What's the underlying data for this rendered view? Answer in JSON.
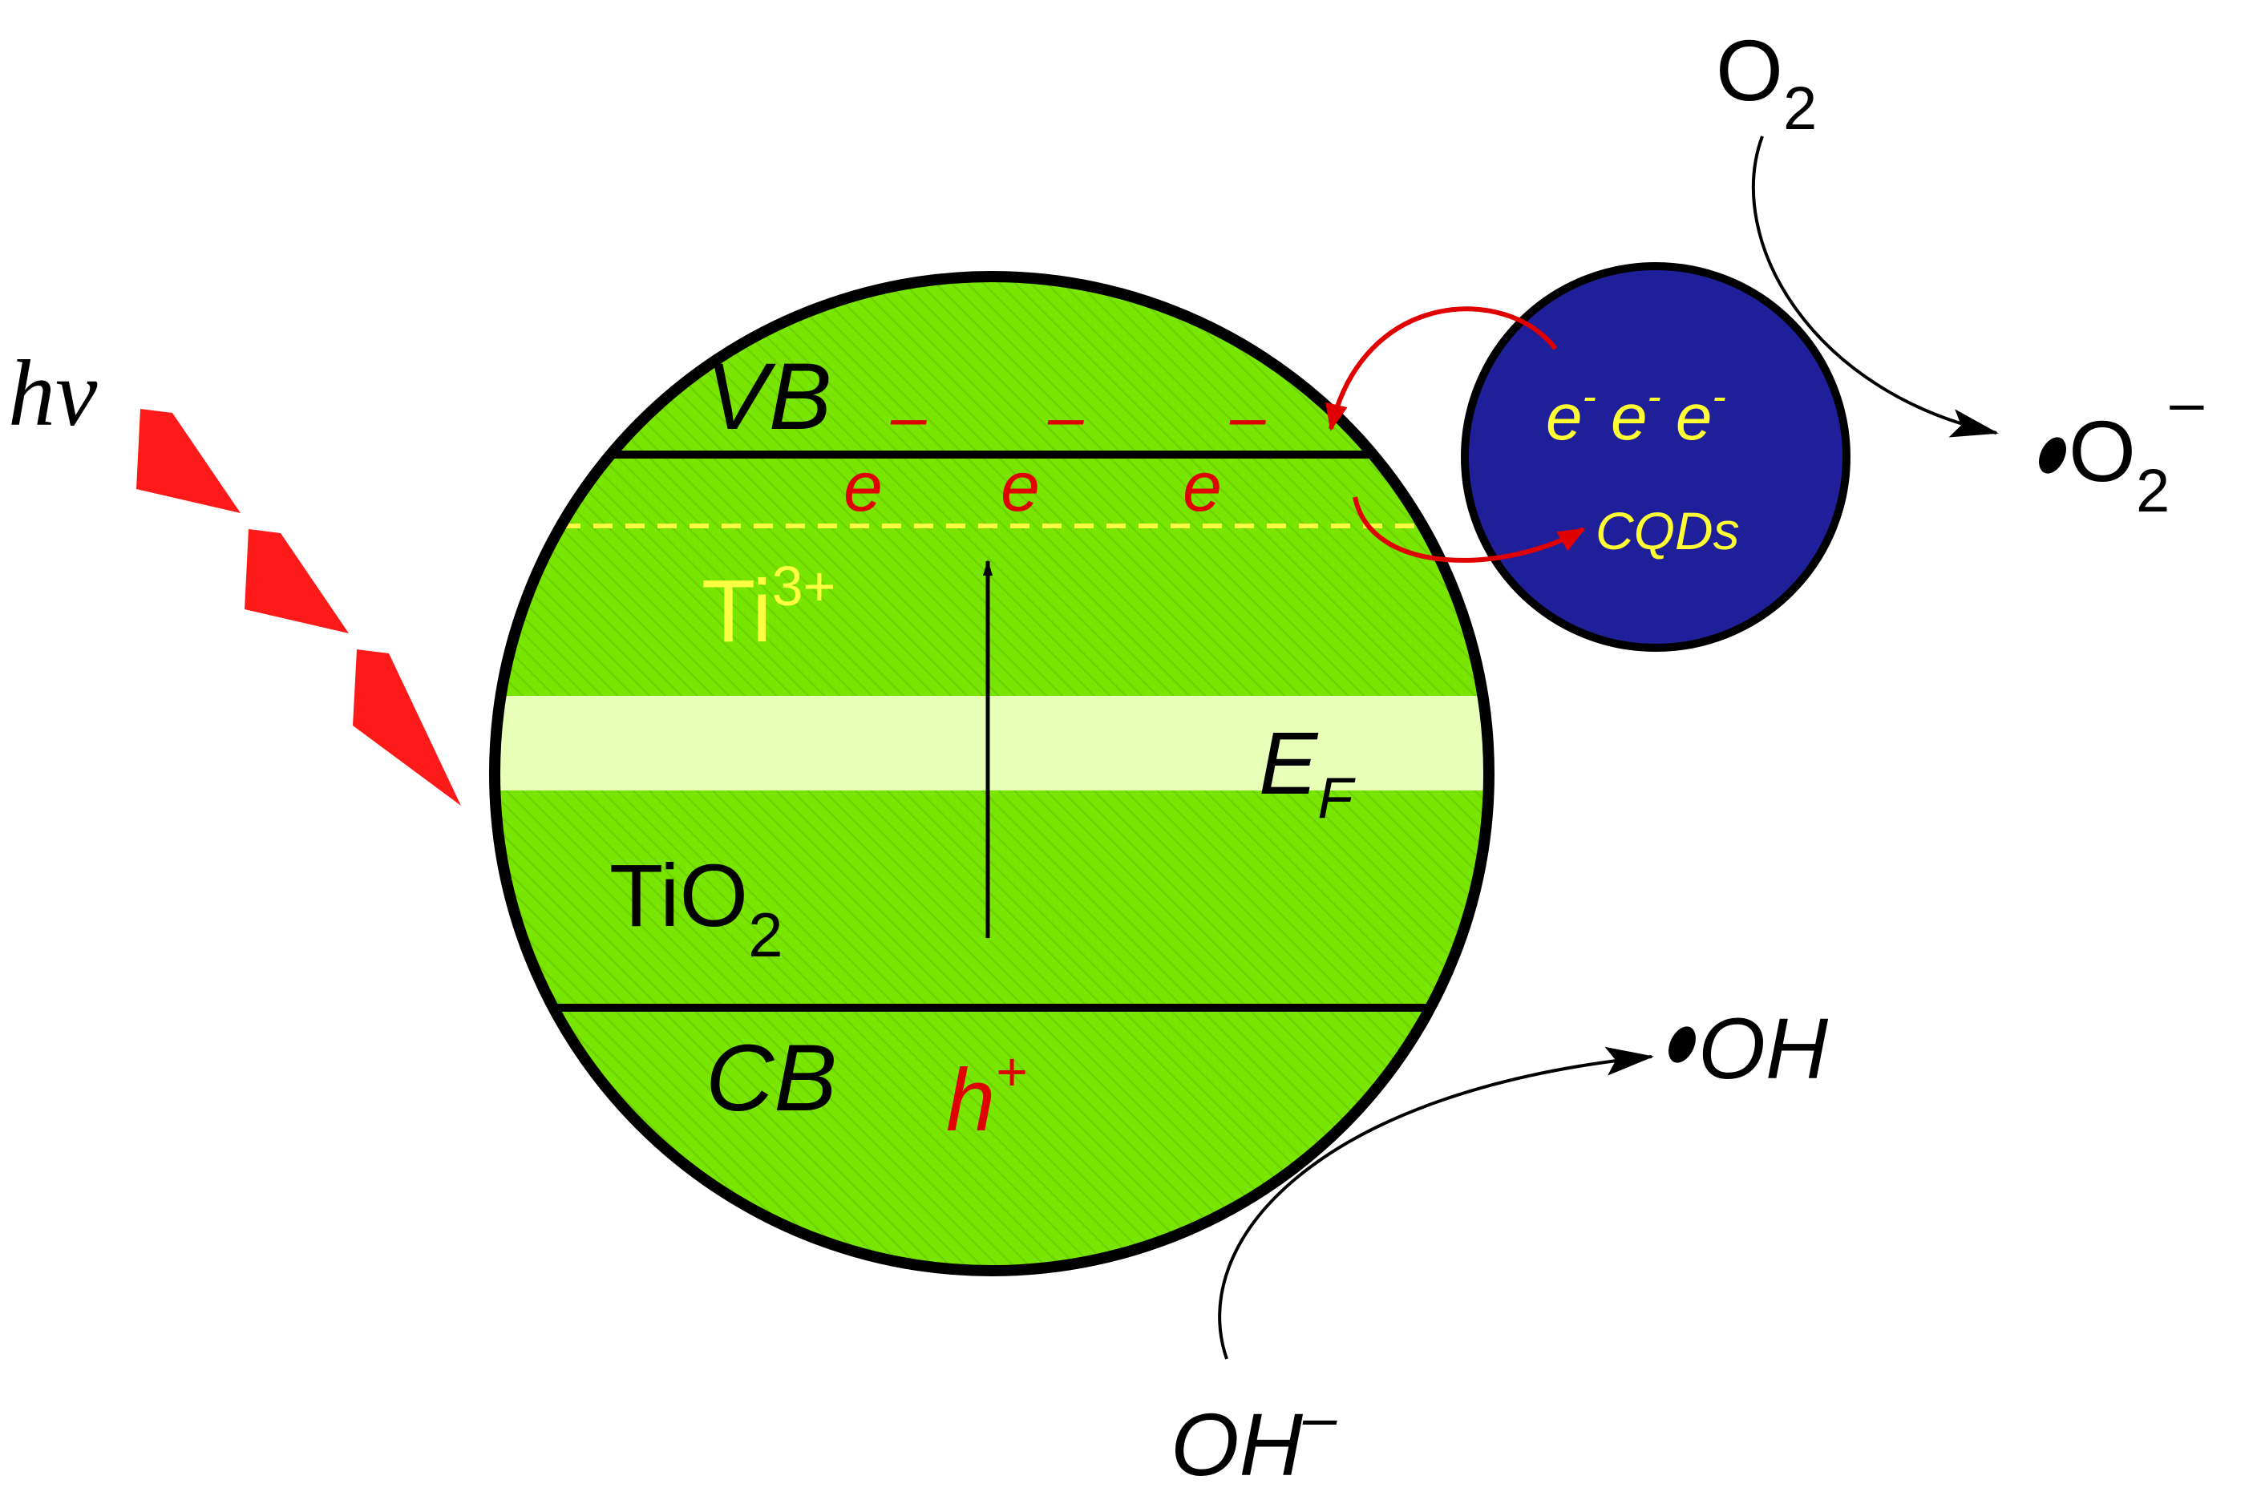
{
  "labels": {
    "hv": "hv",
    "vb": "VB",
    "cb": "CB",
    "ti3": {
      "base": "Ti",
      "sup": "3+"
    },
    "tio2": {
      "base": "TiO",
      "sub": "2"
    },
    "ef": {
      "base": "E",
      "sub": "F"
    },
    "h_plus": {
      "base": "h",
      "sup": "+"
    },
    "electron": {
      "base": "e",
      "sup": "–"
    },
    "cqd_electron": {
      "base": "e",
      "sup": "-"
    },
    "cqds": "CQDs",
    "o2": {
      "base": "O",
      "sub": "2"
    },
    "superoxide": {
      "base": "O",
      "sub": "2",
      "sup": "–"
    },
    "hydroxyl_radical": "OH",
    "hydroxide": {
      "base": "OH",
      "sup": "–"
    }
  },
  "colors": {
    "particle_fill": "#78e600",
    "band_gap_fill": "#e8ffb8",
    "cqd_fill": "#1f1f9a",
    "cqd_text": "#ffff33",
    "electron_red": "#e00000",
    "ti3_yellow": "#ffff44",
    "lightning_red": "#ff1a1a",
    "outline": "#000000"
  }
}
